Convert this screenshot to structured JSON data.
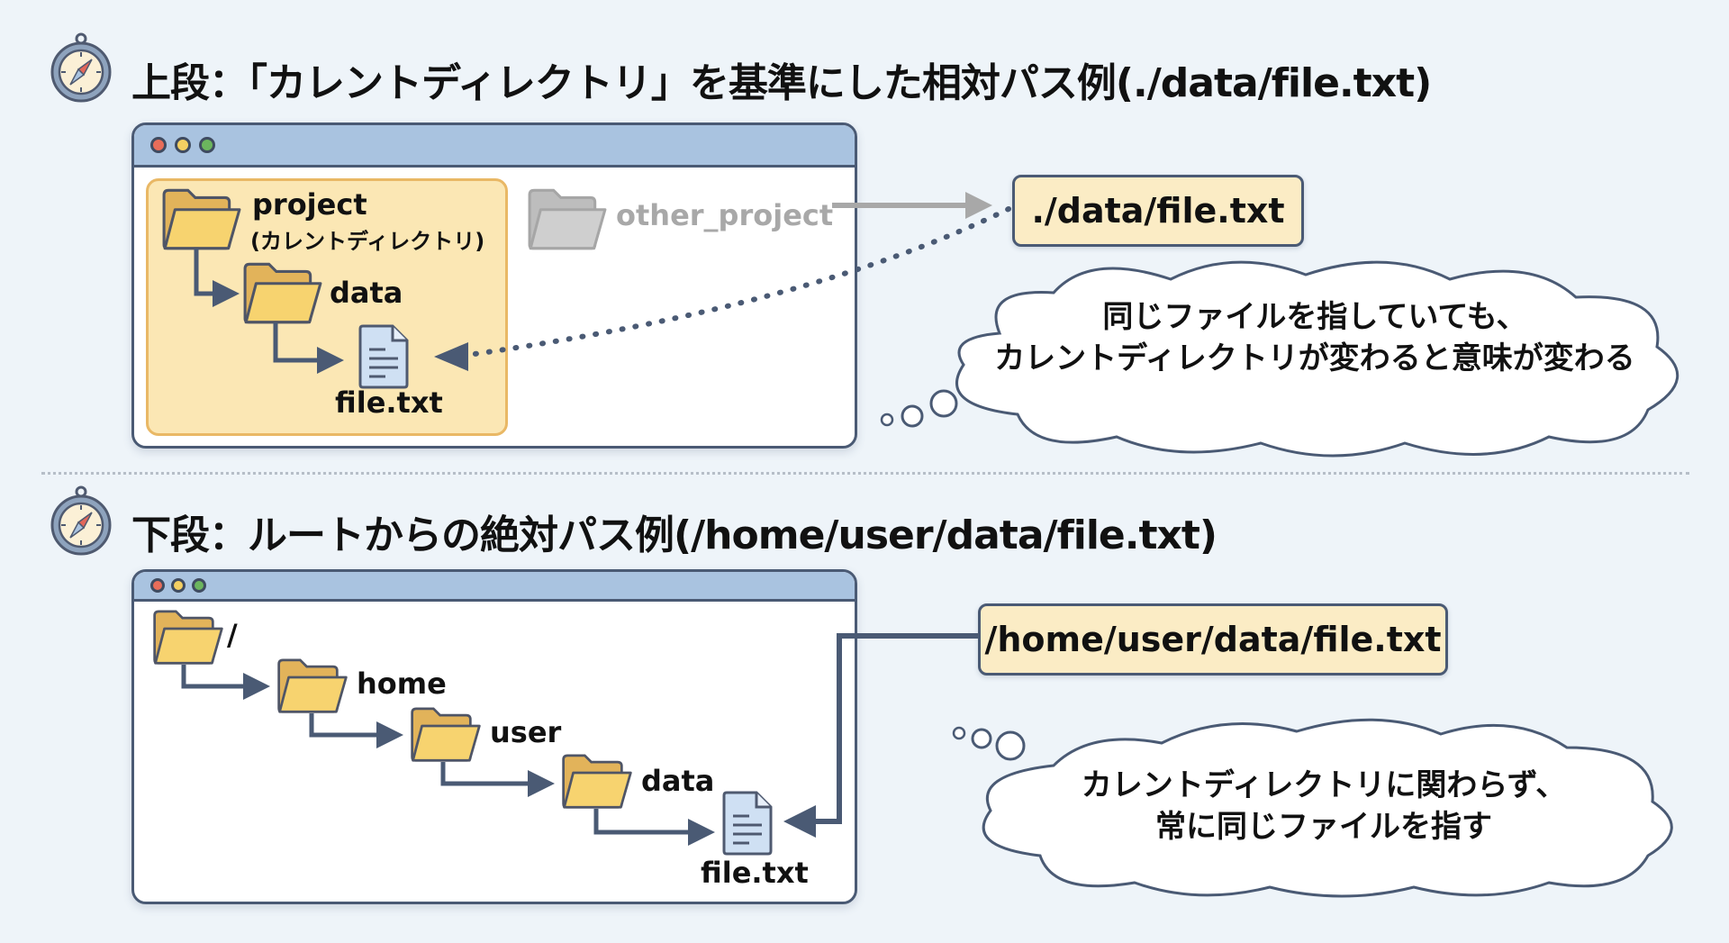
{
  "top": {
    "heading": "上段：「カレントディレクトリ」を基準にした相対パス例(./data/file.txt)",
    "tree": {
      "project_label": "project",
      "project_sub_label": "(カレントディレクトリ)",
      "data_label": "data",
      "file_label": "file.txt",
      "other_project_label": "other_project"
    },
    "path_box": "./data/file.txt",
    "thought_lines": [
      "同じファイルを指していても、",
      "カレントディレクトリが変わると意味が変わる"
    ]
  },
  "bottom": {
    "heading": "下段：ルートからの絶対パス例(/home/user/data/file.txt)",
    "tree": {
      "root_label": "/",
      "home_label": "home",
      "user_label": "user",
      "data_label": "data",
      "file_label": "file.txt"
    },
    "path_box": "/home/user/data/file.txt",
    "thought_lines": [
      "カレントディレクトリに関わらず、",
      "常に同じファイルを指す"
    ]
  },
  "colors": {
    "background": "#eef4f9",
    "window_border": "#4a5a74",
    "titlebar": "#a9c3e0",
    "folder": "#f7d36f",
    "current_dir_highlight": "#fbe7b4",
    "path_box": "#fbecc5",
    "arrow": "#4a5a74",
    "inactive": "#a8a8a8"
  }
}
